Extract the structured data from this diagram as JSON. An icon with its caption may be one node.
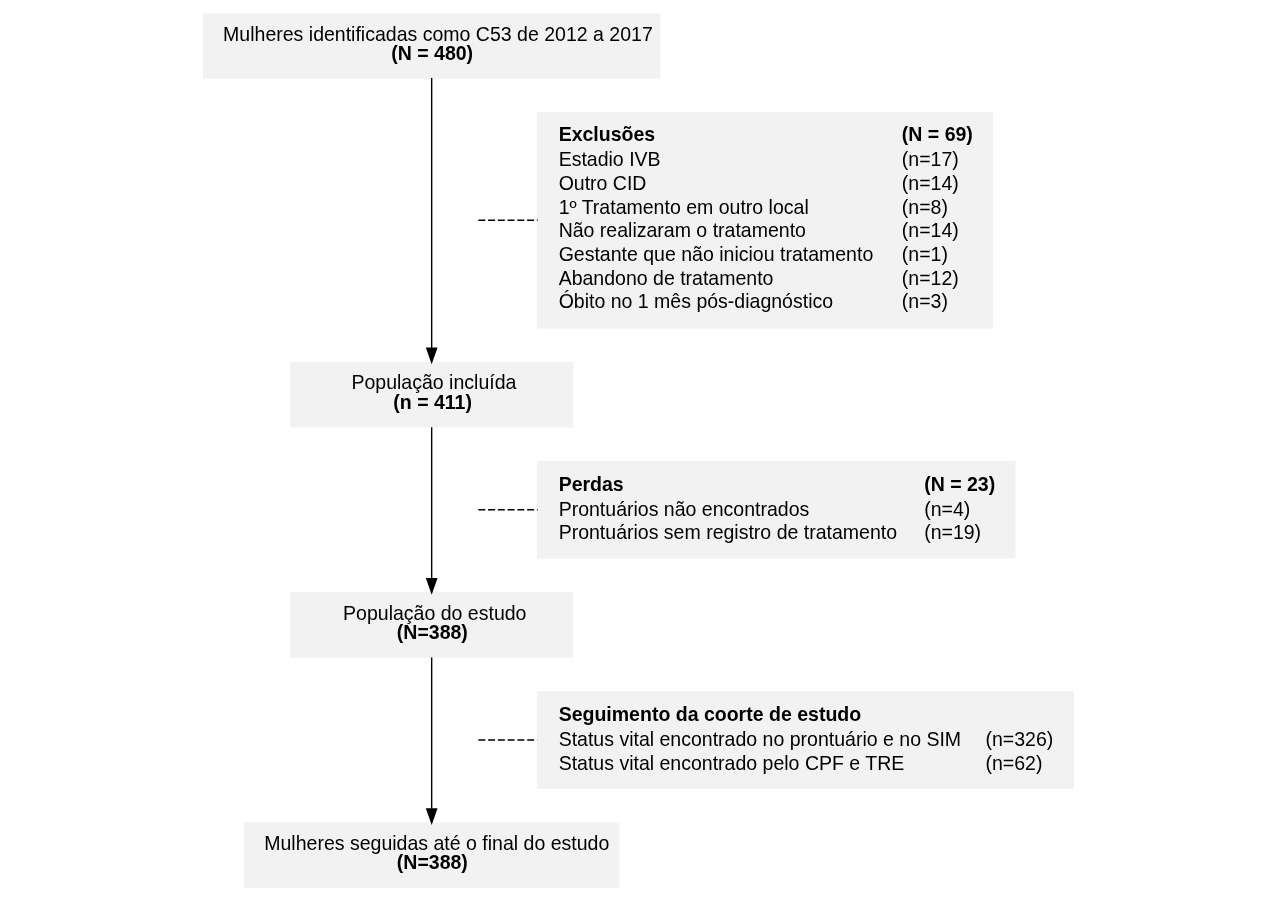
{
  "diagram": {
    "nodes": [
      {
        "text": [
          "Mulheres identificadas como C53 de 2012 a 2017",
          "(N = 480)"
        ]
      },
      {
        "text": [
          "População incluída",
          "(n = 411)"
        ]
      },
      {
        "text": [
          "População do estudo",
          "(N=388)"
        ]
      },
      {
        "text": [
          "Mulheres seguidas até o final do estudo",
          "(N=388)"
        ]
      },
      {
        "text": [
          "Exclusões",
          "(N = 69)",
          "Estadio IVB",
          "(n=17)",
          "Outro CID",
          "(n=14)",
          "1º Tratamento em outro local",
          "(n=8)",
          "Não realizaram o tratamento",
          "(n=14)",
          "Gestante que não iniciou tratamento",
          "(n=1)",
          "Abandono de tratamento",
          "(n=12)",
          "Óbito no 1 mês pós-diagnóstico",
          "(n=3)"
        ]
      },
      {
        "text": [
          "Perdas",
          "(N = 23)",
          "Prontuários não encontrados",
          "(n=4)",
          "Prontuários sem registro de tratamento",
          "(n=19)"
        ]
      },
      {
        "text": [
          "Seguimento da coorte de estudo",
          "Status vital encontrado no prontuário e no SIM",
          "(n=326)",
          "Status vital encontrado pelo CPF e TRE",
          "(n=62)"
        ]
      }
    ],
    "edges": [
      {
        "from": 0,
        "to": 1,
        "arrow": "to"
      },
      {
        "from": 1,
        "to": 2,
        "arrow": "to"
      },
      {
        "from": 2,
        "to": 3,
        "arrow": "to"
      },
      {
        "from": 4,
        "to": null,
        "arrow": "none",
        "style": "dashed"
      },
      {
        "from": 5,
        "to": null,
        "arrow": "none",
        "style": "dashed"
      },
      {
        "from": 6,
        "to": null,
        "arrow": "none",
        "style": "dashed"
      }
    ]
  }
}
